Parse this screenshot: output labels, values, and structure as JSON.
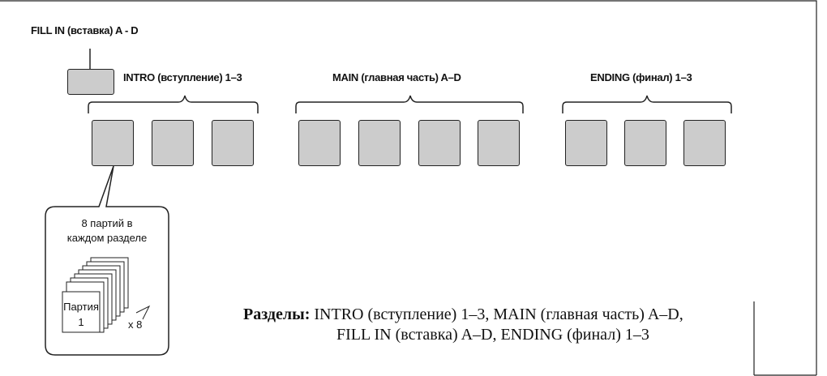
{
  "diagram": {
    "fill_in_label": "FILL IN (вставка) A - D",
    "groups": [
      {
        "id": "intro",
        "label": "INTRO (вступление) 1–3",
        "pads": 3
      },
      {
        "id": "main",
        "label": "MAIN (главная часть) A–D",
        "pads": 4
      },
      {
        "id": "ending",
        "label": "ENDING (финал) 1–3",
        "pads": 3
      }
    ],
    "callout": {
      "line1": "8 партий в",
      "line2": "каждом разделе",
      "part_label_line1": "Партия",
      "part_label_line2": "1",
      "multiplier": "x 8"
    },
    "summary": {
      "heading": "Разделы:",
      "line1": "INTRO (вступление) 1–3, MAIN (главная часть) A–D,",
      "line2": "FILL IN (вставка) A–D, ENDING (финал) 1–3"
    }
  },
  "colors": {
    "pad_fill": "#cccccc",
    "stroke": "#222222",
    "background": "#ffffff"
  }
}
